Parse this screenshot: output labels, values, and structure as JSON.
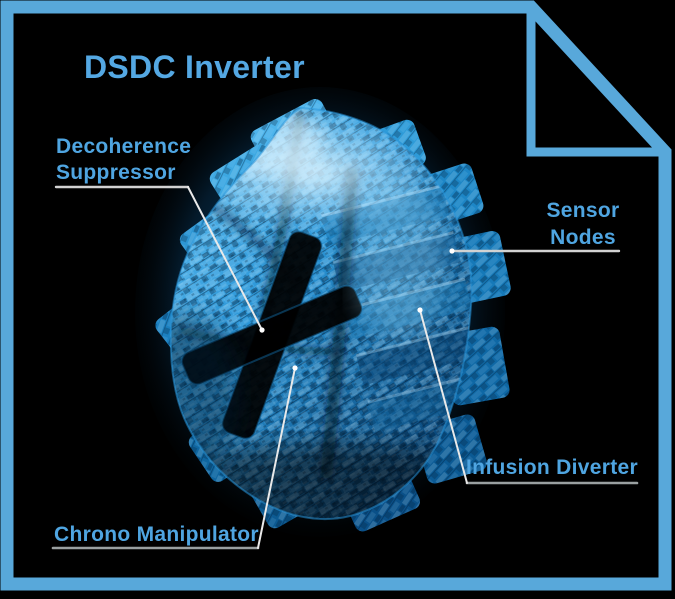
{
  "page": {
    "title": "DSDC Inverter",
    "background_color": "#000000",
    "frame": {
      "style": "document outline with folded top-right corner",
      "color": "#58a8da"
    }
  },
  "figure": {
    "alt": "3D rendered fractal circuit cube (DSDC inverter core)",
    "palette": {
      "highlight": "#d8f3ff",
      "light": "#8fd4f6",
      "mid": "#2f9ad8",
      "deep": "#0b518c",
      "shadow": "#052b49",
      "groove": "#000000"
    }
  },
  "callouts": {
    "decoherence": {
      "line1": "Decoherence",
      "line2": "Suppressor"
    },
    "sensor": {
      "line1": "Sensor",
      "line2": "Nodes"
    },
    "infusion": {
      "label": "Infusion Diverter"
    },
    "chrono": {
      "label": "Chrono Manipulator"
    }
  },
  "annotation_colors": {
    "label_text": "#4fa5e1",
    "title_text": "#54a8e3",
    "leader_line": "#e9e9e9",
    "underline_grey": "#9aa0a1",
    "underline_light": "#d2d2d2",
    "endpoint_dot": "#ffffff"
  }
}
